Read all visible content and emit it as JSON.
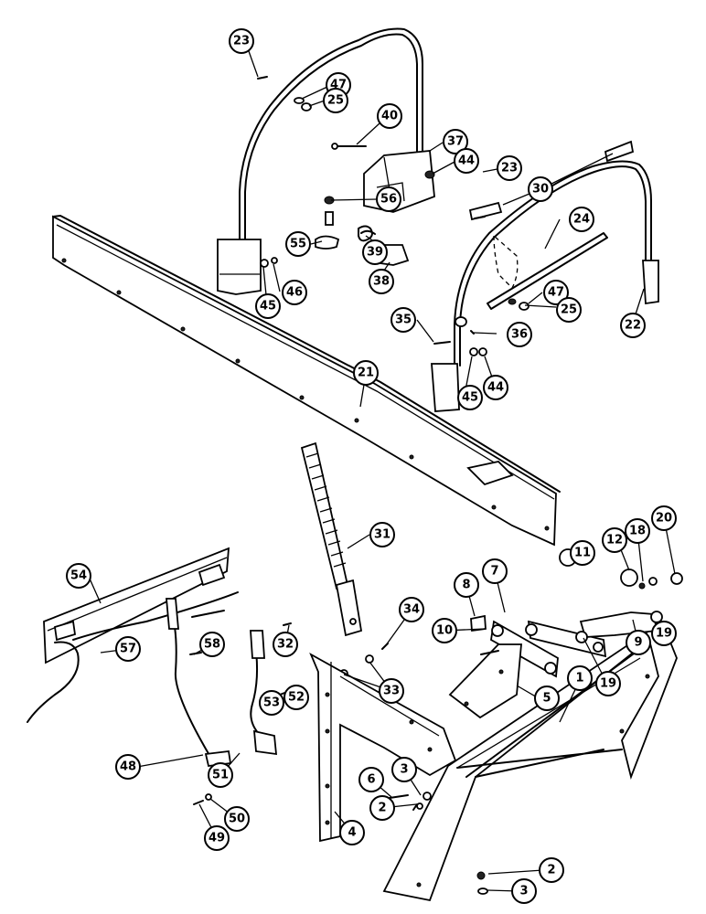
{
  "callouts": [
    "23",
    "47",
    "25",
    "40",
    "37",
    "44",
    "56",
    "55",
    "39",
    "38",
    "45",
    "46",
    "23",
    "30",
    "24",
    "47",
    "25",
    "22",
    "35",
    "36",
    "45",
    "44",
    "21",
    "31",
    "20",
    "18",
    "12",
    "11",
    "54",
    "7",
    "8",
    "9",
    "19",
    "19",
    "34",
    "10",
    "33",
    "32",
    "58",
    "57",
    "5",
    "1",
    "53",
    "52",
    "51",
    "6",
    "3",
    "2",
    "48",
    "4",
    "50",
    "49",
    "2",
    "3"
  ]
}
